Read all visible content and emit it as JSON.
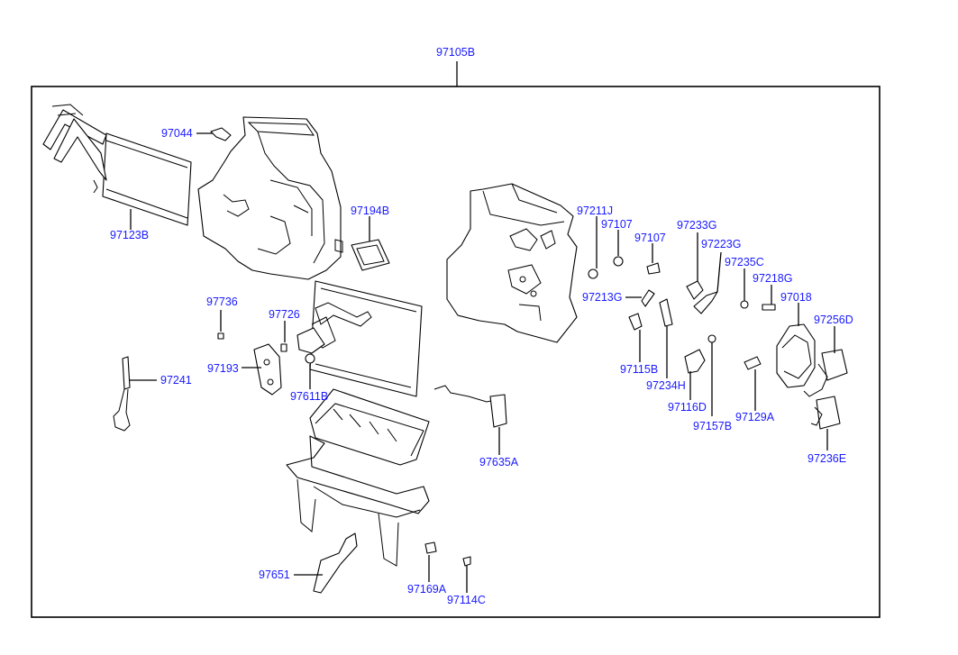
{
  "diagram": {
    "callouts": [
      {
        "id": "c_97105B",
        "text": "97105B"
      },
      {
        "id": "c_97044",
        "text": "97044"
      },
      {
        "id": "c_97123B",
        "text": "97123B"
      },
      {
        "id": "c_97194B",
        "text": "97194B"
      },
      {
        "id": "c_97736",
        "text": "97736"
      },
      {
        "id": "c_97726",
        "text": "97726"
      },
      {
        "id": "c_97193",
        "text": "97193"
      },
      {
        "id": "c_97611B",
        "text": "97611B"
      },
      {
        "id": "c_97241",
        "text": "97241"
      },
      {
        "id": "c_97635A",
        "text": "97635A"
      },
      {
        "id": "c_97651",
        "text": "97651"
      },
      {
        "id": "c_97169A",
        "text": "97169A"
      },
      {
        "id": "c_97114C",
        "text": "97114C"
      },
      {
        "id": "c_97211J",
        "text": "97211J"
      },
      {
        "id": "c_97107a",
        "text": "97107"
      },
      {
        "id": "c_97107b",
        "text": "97107"
      },
      {
        "id": "c_97233G",
        "text": "97233G"
      },
      {
        "id": "c_97223G",
        "text": "97223G"
      },
      {
        "id": "c_97235C",
        "text": "97235C"
      },
      {
        "id": "c_97218G",
        "text": "97218G"
      },
      {
        "id": "c_97213G",
        "text": "97213G"
      },
      {
        "id": "c_97018",
        "text": "97018"
      },
      {
        "id": "c_97256D",
        "text": "97256D"
      },
      {
        "id": "c_97115B",
        "text": "97115B"
      },
      {
        "id": "c_97234H",
        "text": "97234H"
      },
      {
        "id": "c_97116D",
        "text": "97116D"
      },
      {
        "id": "c_97157B",
        "text": "97157B"
      },
      {
        "id": "c_97129A",
        "text": "97129A"
      },
      {
        "id": "c_97236E",
        "text": "97236E"
      }
    ],
    "label_color": "#1a1aff",
    "line_color": "#000000"
  }
}
